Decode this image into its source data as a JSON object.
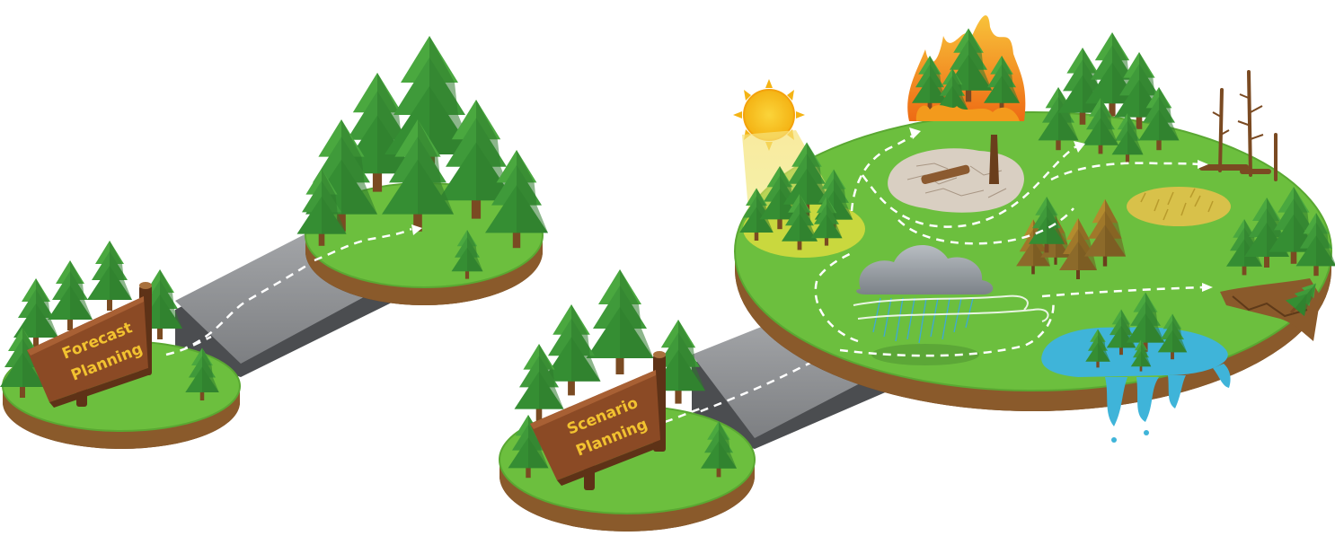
{
  "signs": {
    "forecast": {
      "line1": "Forecast",
      "line2": "Planning"
    },
    "scenario": {
      "line1": "Scenario",
      "line2": "Planning"
    }
  },
  "icons": [
    "sun-icon",
    "wildfire-icon",
    "storm-cloud-icon",
    "flood-pond-icon",
    "dead-trees-icon",
    "drought-cracked-ground-icon",
    "dry-grass-icon",
    "landslide-erosion-icon",
    "pine-tree-icon"
  ],
  "colors": {
    "grass": "#6cbf3e",
    "grass_dark": "#4e9a2c",
    "soil": "#8a5a2b",
    "soil_dark": "#5e3a19",
    "road": "#8f9194",
    "road_dark": "#4b4d50",
    "sign_wood": "#8b4a25",
    "sign_text": "#f2c230",
    "tree": "#3f9a3a",
    "tree_dark": "#2d7a2c",
    "water": "#3fb4d9",
    "fire": "#f39a1c",
    "sun": "#f7c21b",
    "cloud": "#9aa0a6"
  }
}
